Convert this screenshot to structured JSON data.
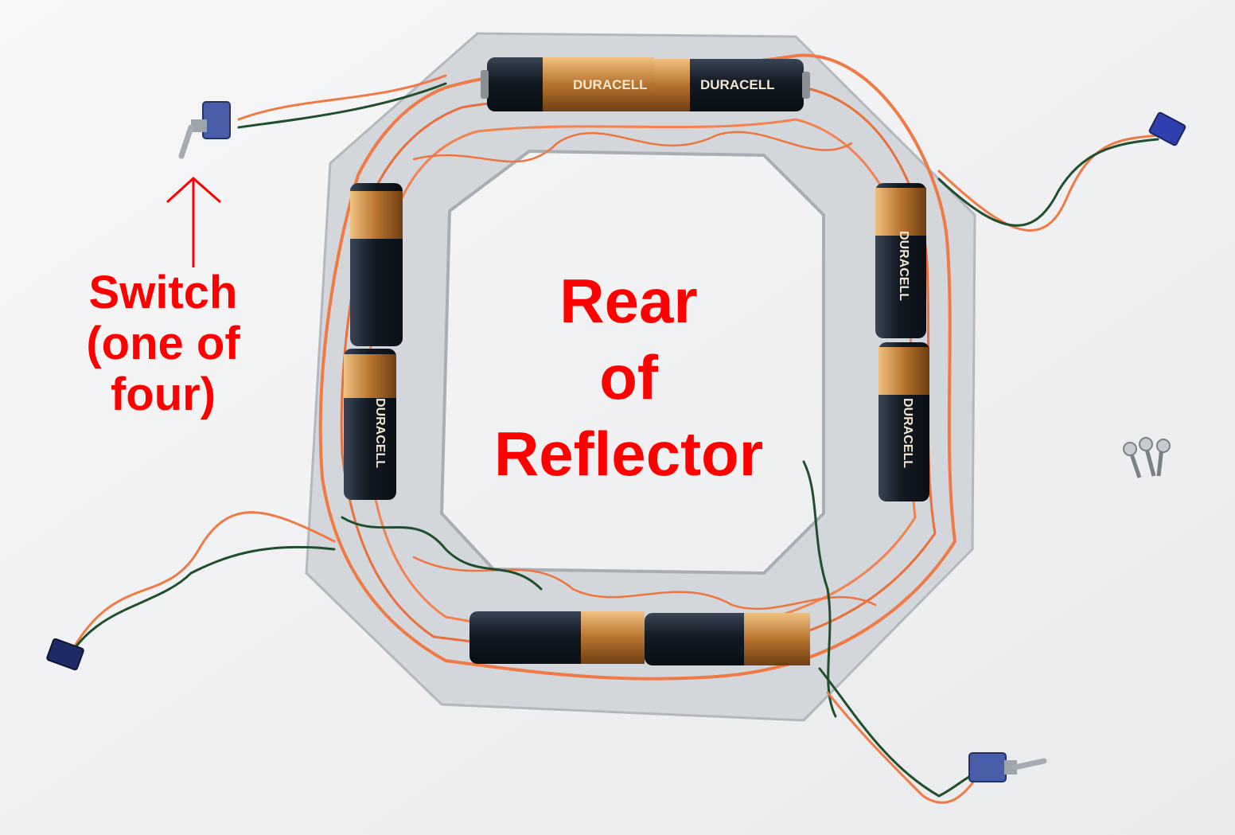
{
  "annotations": {
    "switch_label_lines": [
      "Switch",
      "(one of",
      "four)"
    ],
    "title_lines": [
      "Rear",
      "of",
      "Reflector"
    ]
  },
  "battery_brand": "DURACELL",
  "colors": {
    "background": "#f4f4f5",
    "frame": "#d3d7dc",
    "label_red": "#ff0000",
    "wire_orange": "#f07a45",
    "wire_green": "#1f4f2c",
    "battery_body": "#1a2430",
    "battery_copper": "#b8742e"
  },
  "icons": [
    "toggle-switch-icon",
    "connector-icon",
    "screws-icon",
    "arrow-up-icon"
  ]
}
